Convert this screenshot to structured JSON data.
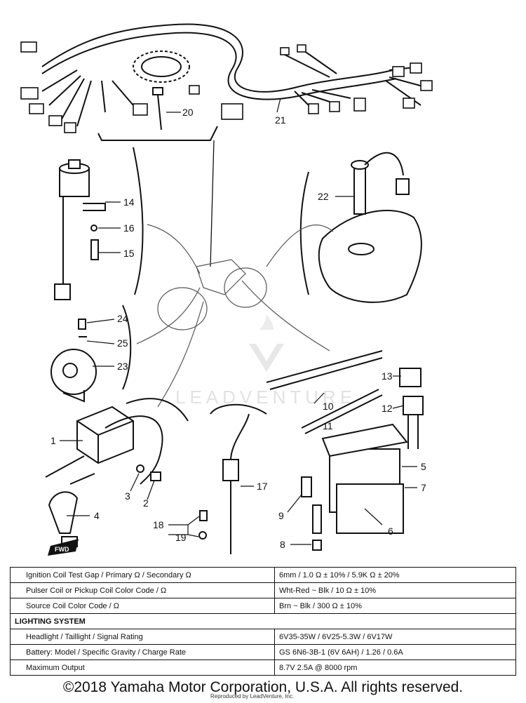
{
  "callouts": [
    {
      "id": "20",
      "label": "20"
    },
    {
      "id": "21",
      "label": "21"
    },
    {
      "id": "14",
      "label": "14"
    },
    {
      "id": "16",
      "label": "16"
    },
    {
      "id": "15",
      "label": "15"
    },
    {
      "id": "22",
      "label": "22"
    },
    {
      "id": "24",
      "label": "24"
    },
    {
      "id": "25",
      "label": "25"
    },
    {
      "id": "23",
      "label": "23"
    },
    {
      "id": "13",
      "label": "13"
    },
    {
      "id": "10",
      "label": "10"
    },
    {
      "id": "12",
      "label": "12"
    },
    {
      "id": "11",
      "label": "11"
    },
    {
      "id": "1",
      "label": "1"
    },
    {
      "id": "5",
      "label": "5"
    },
    {
      "id": "7",
      "label": "7"
    },
    {
      "id": "17",
      "label": "17"
    },
    {
      "id": "3",
      "label": "3"
    },
    {
      "id": "2",
      "label": "2"
    },
    {
      "id": "9",
      "label": "9"
    },
    {
      "id": "4",
      "label": "4"
    },
    {
      "id": "18",
      "label": "18"
    },
    {
      "id": "6",
      "label": "6"
    },
    {
      "id": "19",
      "label": "19"
    },
    {
      "id": "8",
      "label": "8"
    }
  ],
  "watermark": "LEADVENTURE",
  "fwd_mark": "FWD",
  "spec_table": {
    "rows": [
      {
        "label": "Ignition Coil Test Gap / Primary Ω / Secondary Ω",
        "value": "6mm / 1.0 Ω ± 10% / 5.9K Ω ± 20%"
      },
      {
        "label": "Pulser Coil or Pickup Coil Color Code / Ω",
        "value": "Wht-Red ~ Blk / 10 Ω ± 10%"
      },
      {
        "label": "Source Coil Color Code / Ω",
        "value": "Brn ~ Blk / 300 Ω ± 10%"
      },
      {
        "section": "LIGHTING SYSTEM"
      },
      {
        "label": "Headlight / Taillight / Signal Rating",
        "value": "6V35-35W / 6V25-5.3W / 6V17W"
      },
      {
        "label": "Battery: Model / Specific Gravity / Charge Rate",
        "value": "GS 6N6-3B-1 (6V 6AH) / 1.26 / 0.6A"
      },
      {
        "label": "Maximum Output",
        "value": "8.7V 2.5A @ 8000 rpm"
      }
    ]
  },
  "footer": {
    "copyright": "©2018 Yamaha Motor Corporation, U.S.A. All rights reserved.",
    "reproduced": "Reproduced by LeadVenture, Inc."
  }
}
